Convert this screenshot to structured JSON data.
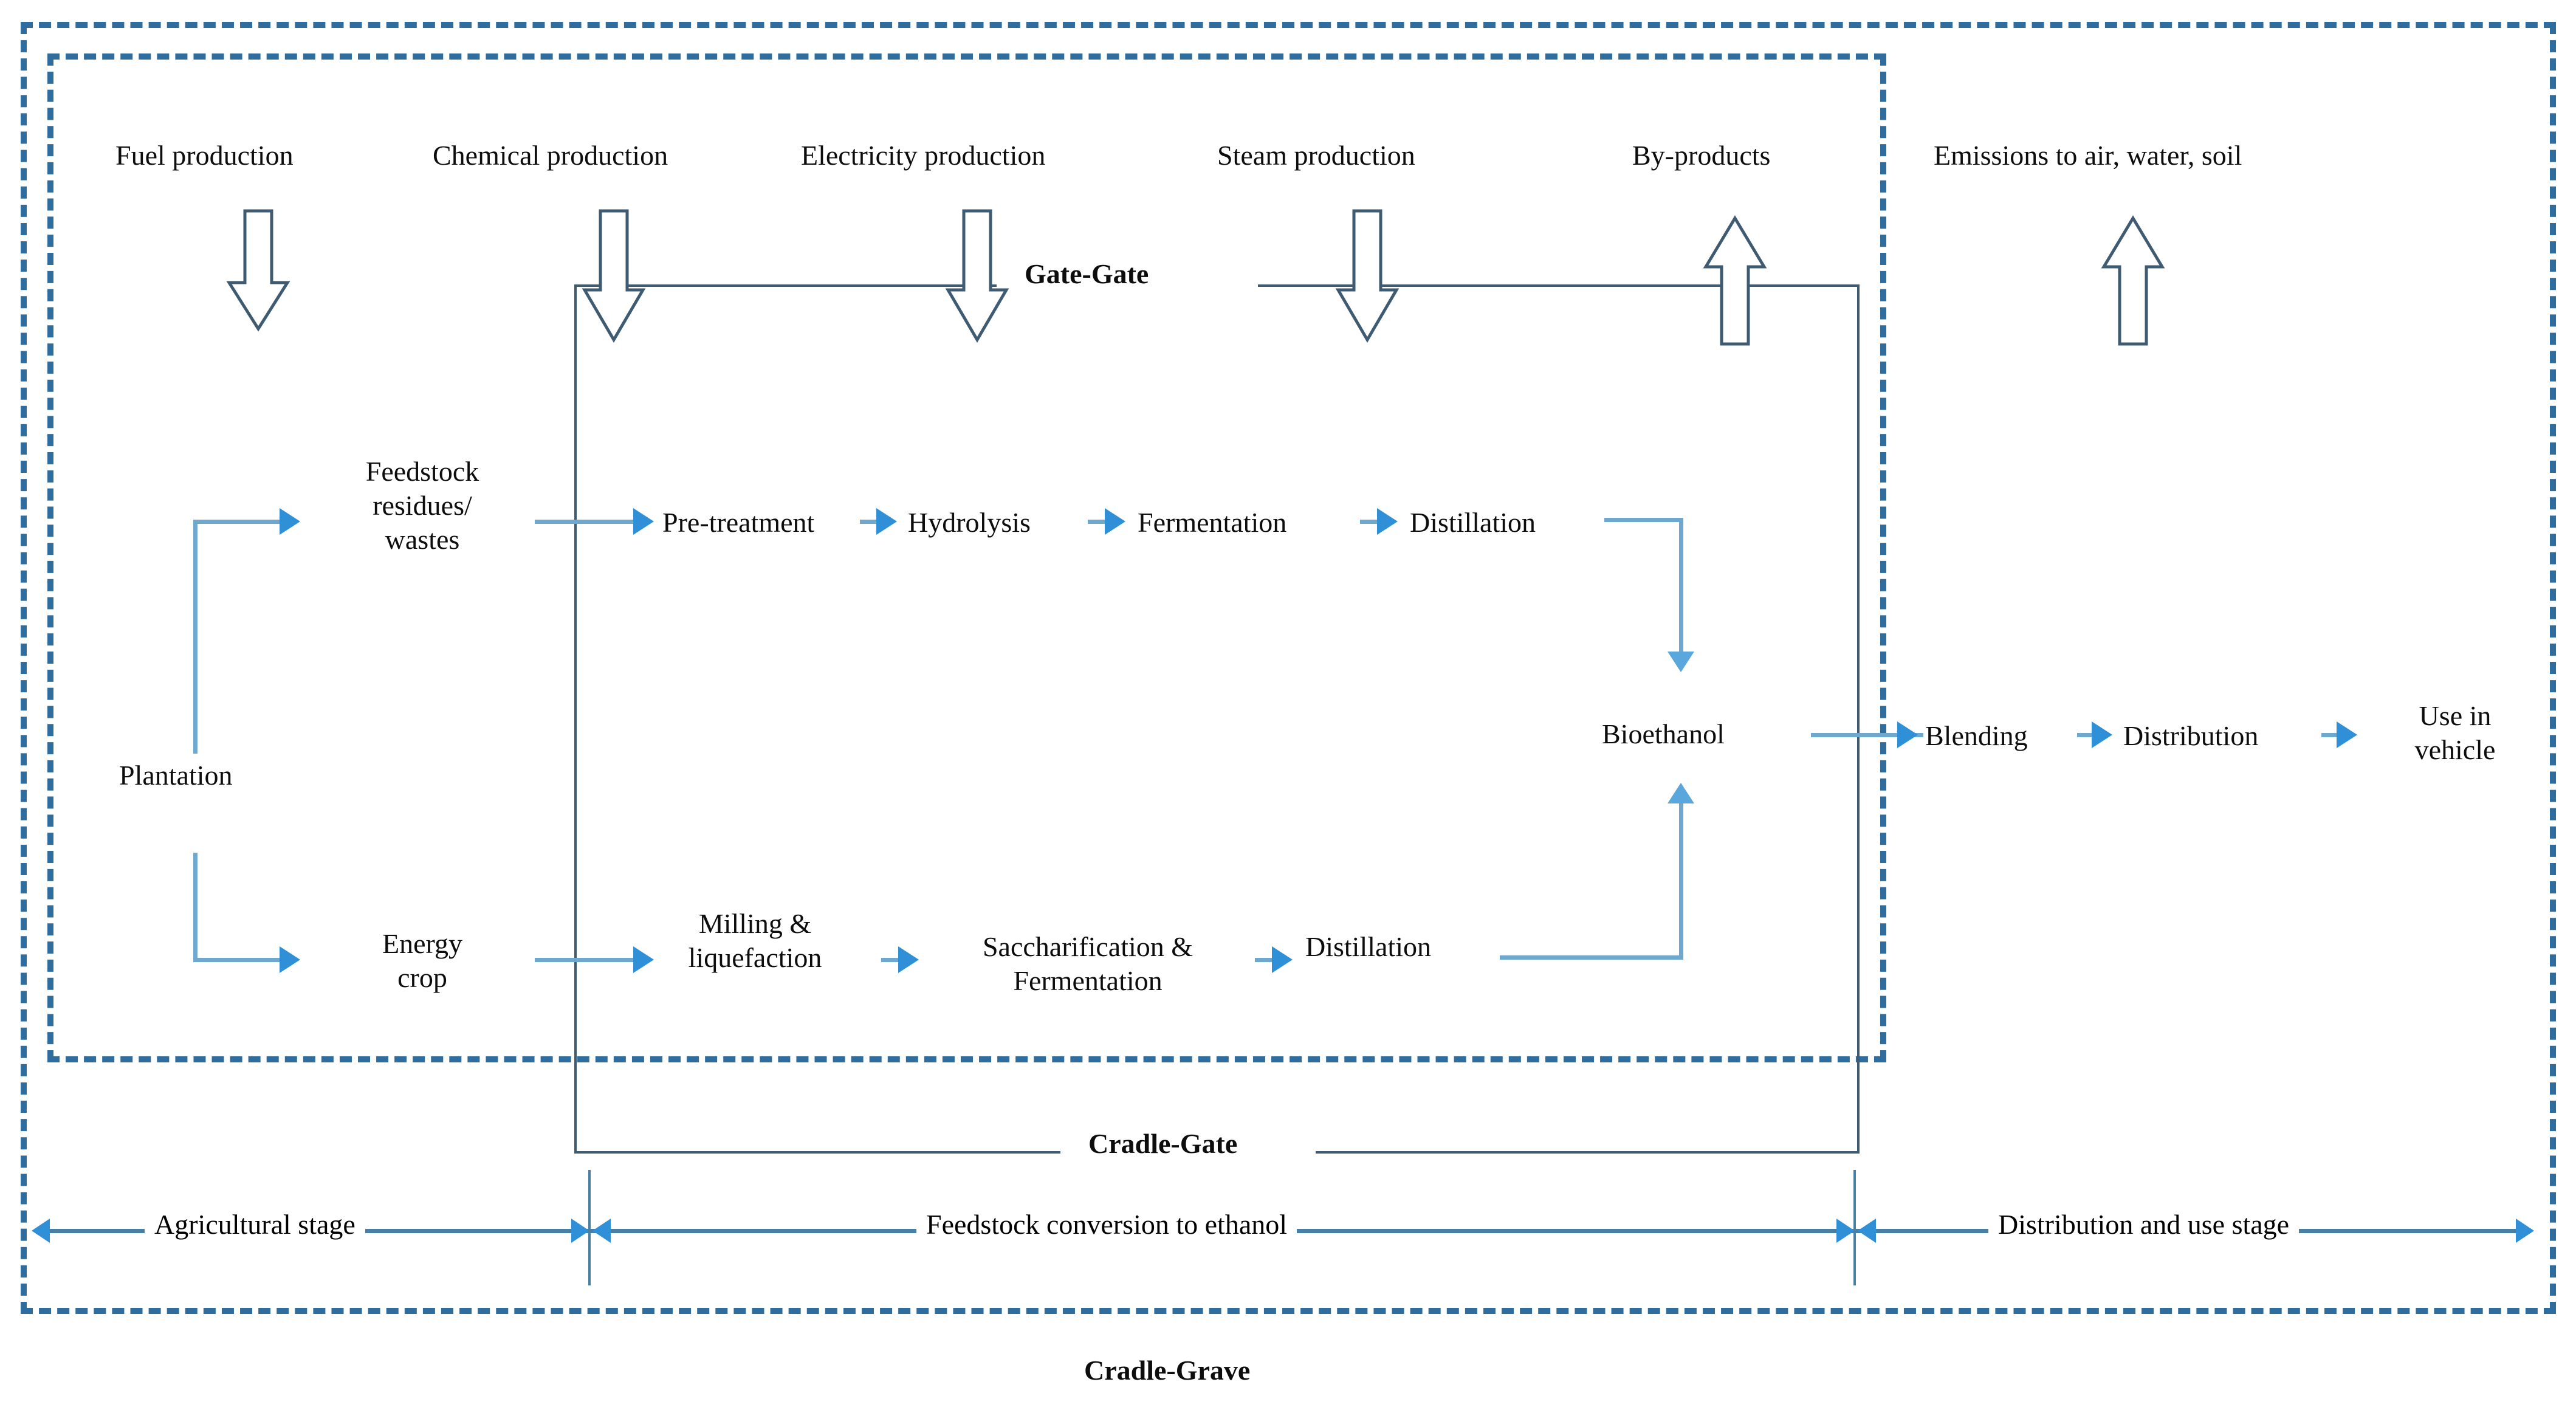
{
  "figure": {
    "title": "Life cycle system boundary diagram for bioethanol production",
    "colors": {
      "dashed_boundary": "#2e6d9e",
      "solid_boundary": "#3f5b72",
      "flow_line": "#6fa8cf",
      "arrow_head": "#2f90d8",
      "text": "#0d0d0d",
      "background": "#ffffff"
    }
  },
  "boundary_labels": {
    "gate_gate": "Gate-Gate",
    "cradle_gate": "Cradle-Gate",
    "cradle_grave": "Cradle-Grave"
  },
  "top_flows": [
    {
      "label": "Fuel production",
      "direction": "in"
    },
    {
      "label": "Chemical production",
      "direction": "in"
    },
    {
      "label": "Electricity production",
      "direction": "in"
    },
    {
      "label": "Steam production",
      "direction": "in"
    },
    {
      "label": "By-products",
      "direction": "out"
    },
    {
      "label": "Emissions to air, water, soil",
      "direction": "out"
    }
  ],
  "nodes": {
    "plantation": "Plantation",
    "feedstock_residues": "Feedstock\nresidues/\nwastes",
    "energy_crop": "Energy\ncrop",
    "pre_treatment": "Pre-treatment",
    "hydrolysis": "Hydrolysis",
    "fermentation": "Fermentation",
    "distillation_top": "Distillation",
    "milling_liquefaction": "Milling &\nliquefaction",
    "saccharification_fermentation": "Saccharification &\nFermentation",
    "distillation_bottom": "Distillation",
    "bioethanol": "Bioethanol",
    "blending": "Blending",
    "distribution": "Distribution",
    "use_in_vehicle": "Use in\nvehicle"
  },
  "stage_rules": [
    {
      "label": "Agricultural stage"
    },
    {
      "label": "Feedstock  conversion to ethanol"
    },
    {
      "label": "Distribution and use stage"
    }
  ],
  "chain_upper": [
    "Pre-treatment",
    "Hydrolysis",
    "Fermentation",
    "Distillation"
  ],
  "chain_lower": [
    "Milling & liquefaction",
    "Saccharification & Fermentation",
    "Distillation"
  ],
  "chain_downstream": [
    "Bioethanol",
    "Blending",
    "Distribution",
    "Use in vehicle"
  ]
}
